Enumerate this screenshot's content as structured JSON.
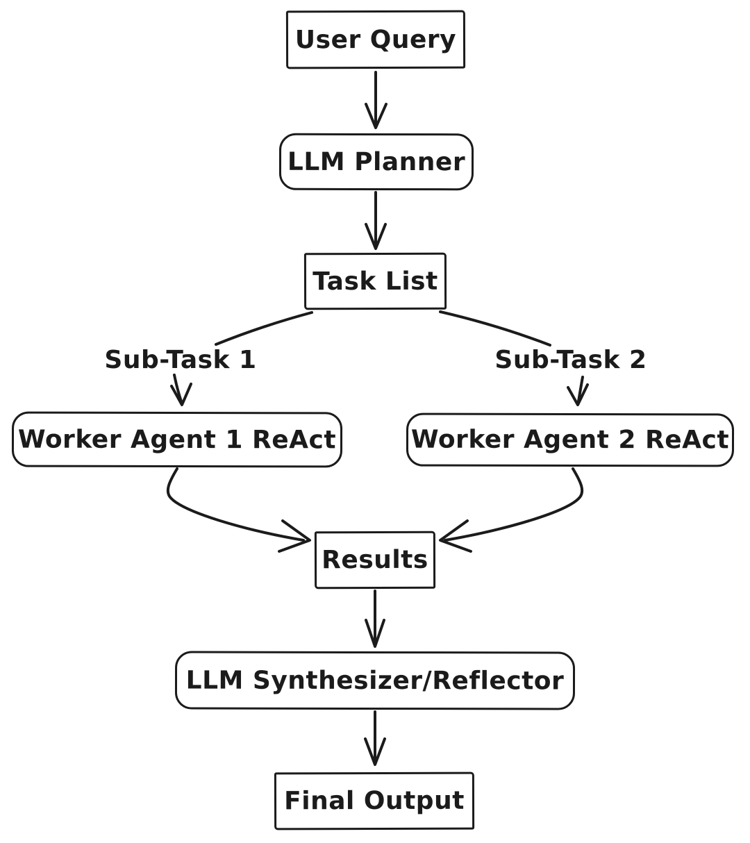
{
  "diagram": {
    "type": "flowchart",
    "style": "hand-drawn",
    "background_color": "#ffffff",
    "stroke_color": "#1b1b1b",
    "nodes": [
      {
        "id": "user-query",
        "label": "User Query",
        "shape": "rectangle"
      },
      {
        "id": "llm-planner",
        "label": "LLM Planner",
        "shape": "rounded-rectangle"
      },
      {
        "id": "task-list",
        "label": "Task List",
        "shape": "rectangle"
      },
      {
        "id": "worker-agent-1",
        "label": "Worker Agent 1 ReAct",
        "shape": "rounded-rectangle"
      },
      {
        "id": "worker-agent-2",
        "label": "Worker Agent 2 ReAct",
        "shape": "rounded-rectangle"
      },
      {
        "id": "results",
        "label": "Results",
        "shape": "rectangle"
      },
      {
        "id": "llm-synthesizer",
        "label": "LLM Synthesizer/Reflector",
        "shape": "rounded-rectangle"
      },
      {
        "id": "final-output",
        "label": "Final Output",
        "shape": "rectangle"
      }
    ],
    "edge_labels": [
      {
        "id": "sub-task-1",
        "label": "Sub-Task 1"
      },
      {
        "id": "sub-task-2",
        "label": "Sub-Task 2"
      }
    ],
    "edges": [
      {
        "from": "user-query",
        "to": "llm-planner"
      },
      {
        "from": "llm-planner",
        "to": "task-list"
      },
      {
        "from": "task-list",
        "to": "sub-task-1"
      },
      {
        "from": "task-list",
        "to": "sub-task-2"
      },
      {
        "from": "sub-task-1",
        "to": "worker-agent-1"
      },
      {
        "from": "sub-task-2",
        "to": "worker-agent-2"
      },
      {
        "from": "worker-agent-1",
        "to": "results"
      },
      {
        "from": "worker-agent-2",
        "to": "results"
      },
      {
        "from": "results",
        "to": "llm-synthesizer"
      },
      {
        "from": "llm-synthesizer",
        "to": "final-output"
      }
    ]
  }
}
